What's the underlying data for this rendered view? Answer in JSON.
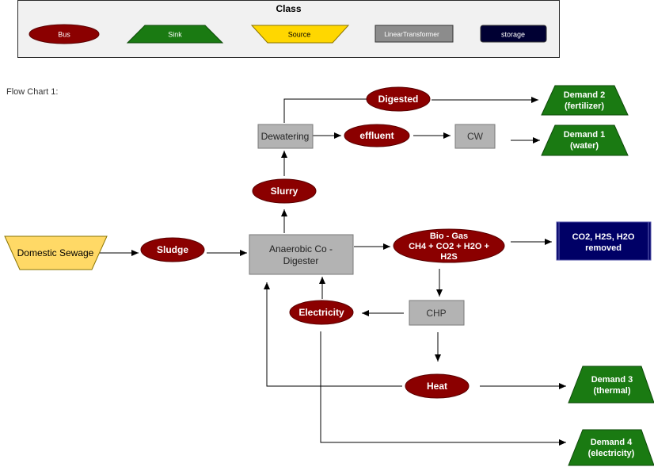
{
  "legend": {
    "title": "Class",
    "items": {
      "bus": "Bus",
      "sink": "Sink",
      "source": "Source",
      "linear_transformer": "LinearTransformer",
      "storage": "storage"
    }
  },
  "caption": "Flow Chart 1:",
  "colors": {
    "bus": "#8b0000",
    "sink": "#1a7a12",
    "source": "#ffd966",
    "transformer": "#b3b3b3",
    "storage": "#0d0d5c",
    "edge": "#000000"
  },
  "nodes": {
    "domestic_sewage": "Domestic Sewage",
    "sludge": "Sludge",
    "digester": [
      "Anaerobic  Co -",
      "Digester"
    ],
    "slurry": "Slurry",
    "dewatering": "Dewatering",
    "digested": "Digested",
    "effluent": "effluent",
    "cw": "CW",
    "demand2": [
      "Demand 2",
      "(fertilizer)"
    ],
    "demand1": [
      "Demand 1",
      "(water)"
    ],
    "biogas": [
      "Bio - Gas",
      "CH4 + CO2 + H2O +",
      "H2S"
    ],
    "removed": [
      "CO2, H2S, H2O",
      "removed"
    ],
    "chp": "CHP",
    "electricity": "Electricity",
    "heat": "Heat",
    "demand3": [
      "Demand 3",
      "(thermal)"
    ],
    "demand4": [
      "Demand 4",
      "(electricity)"
    ]
  }
}
